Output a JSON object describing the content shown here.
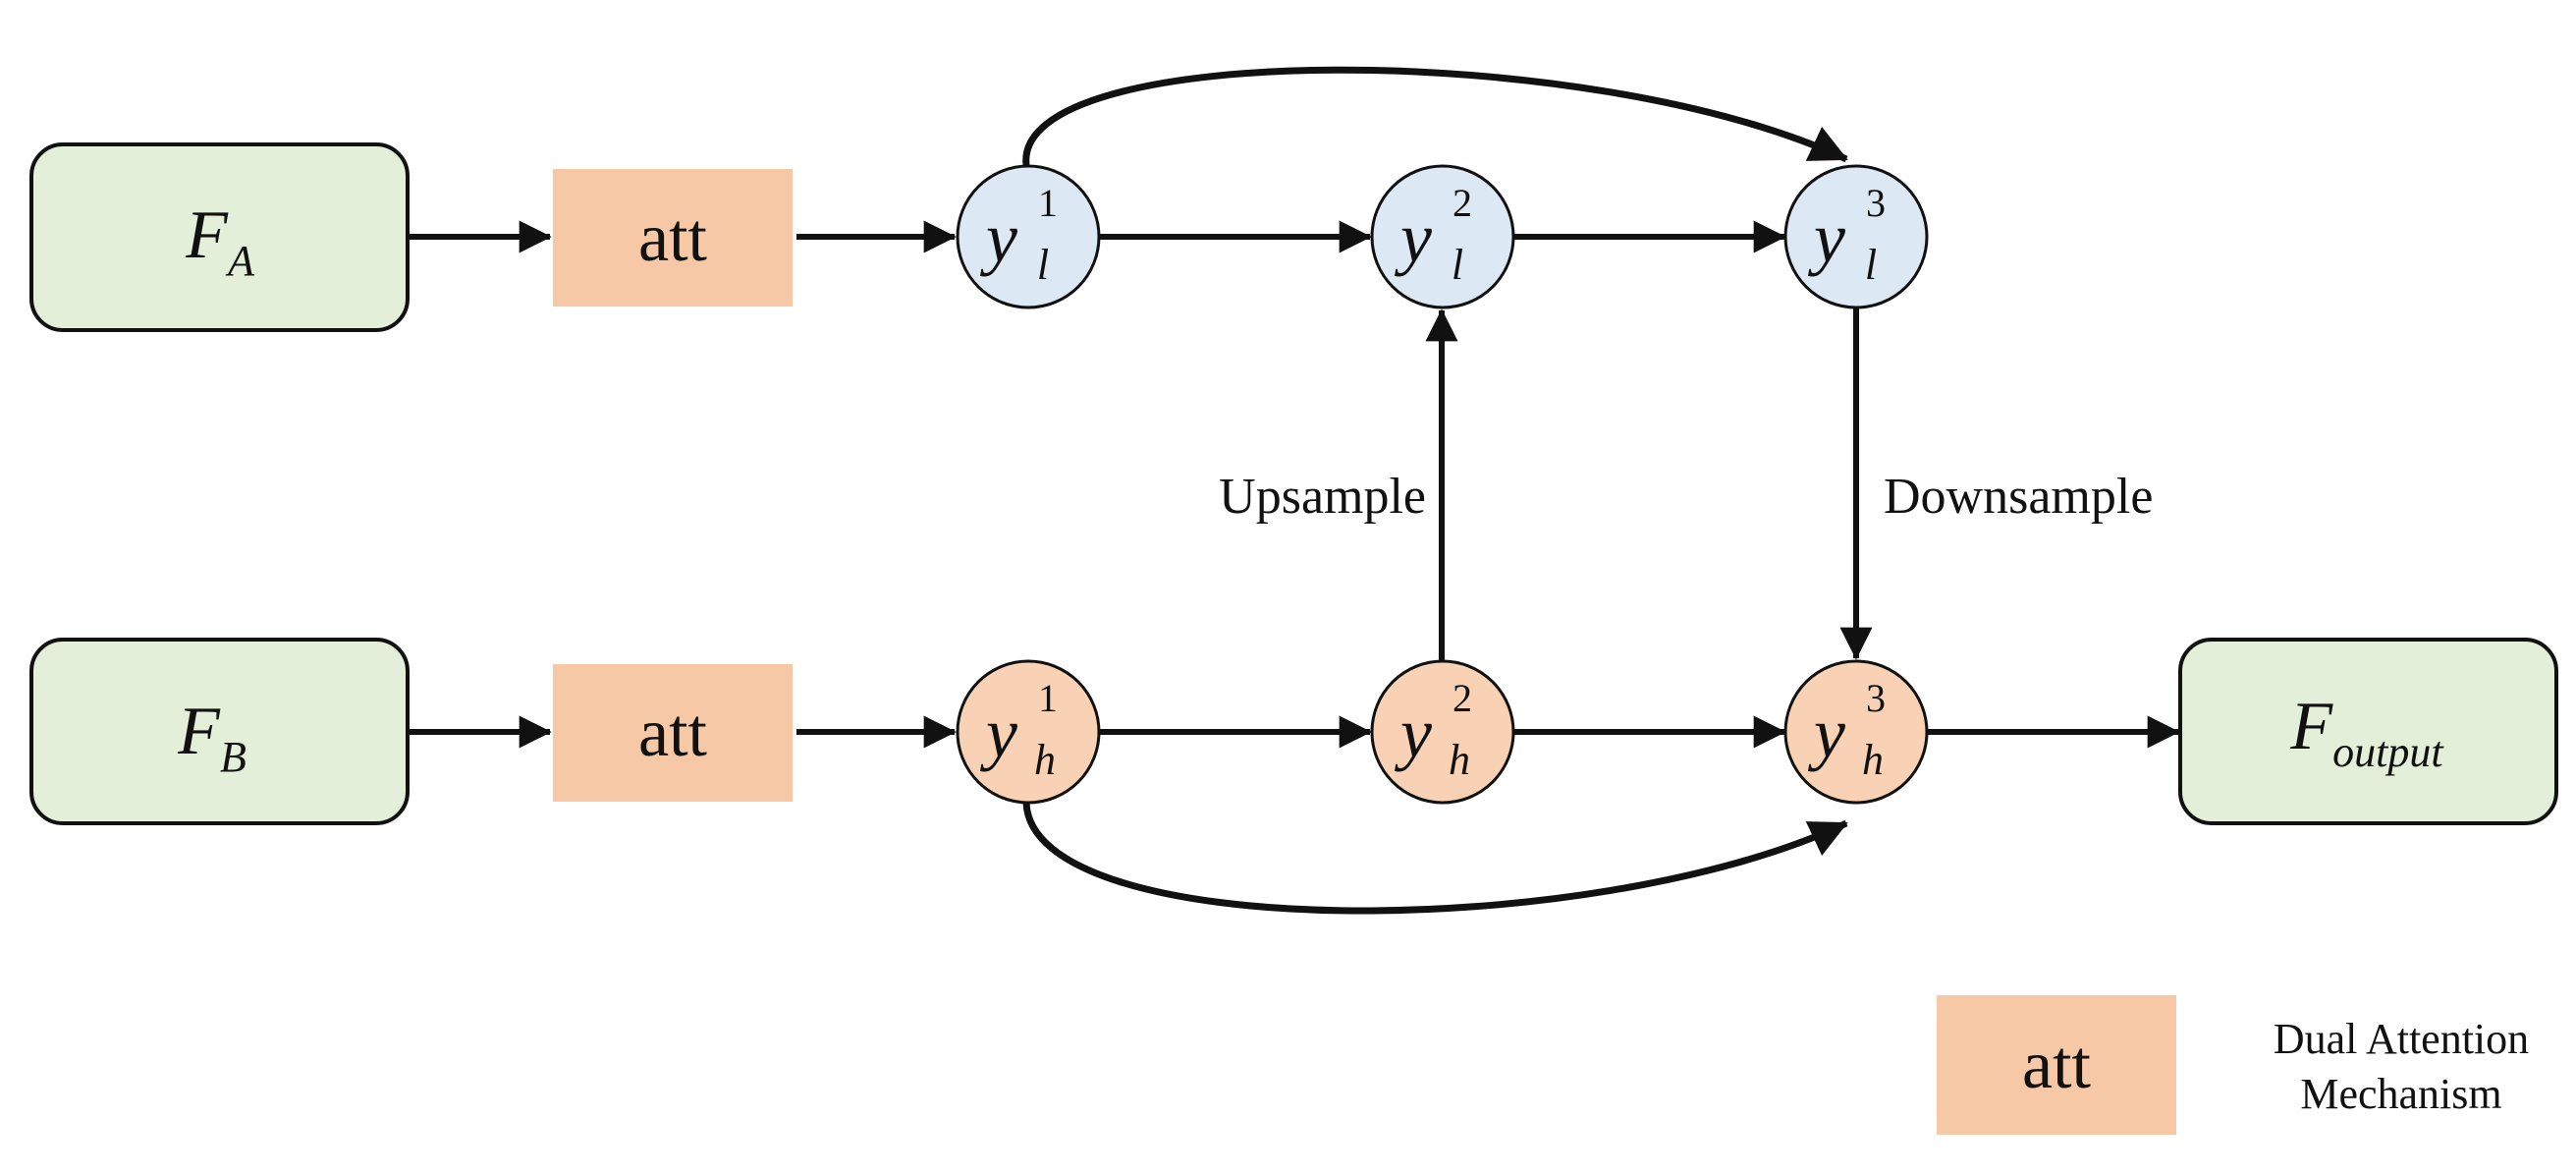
{
  "colors": {
    "green_fill": "#e3efd9",
    "att_fill": "#f7c8a6",
    "blue_node_fill": "#dde8f5",
    "orange_node_fill": "#f9d2b5",
    "stroke": "#111111"
  },
  "inputs": {
    "a": {
      "main": "F",
      "sub": "A"
    },
    "b": {
      "main": "F",
      "sub": "B"
    }
  },
  "output": {
    "main": "F",
    "sub": "output"
  },
  "att_label": "att",
  "nodes": {
    "low": [
      {
        "main": "y",
        "sub": "l",
        "sup": "1"
      },
      {
        "main": "y",
        "sub": "l",
        "sup": "2"
      },
      {
        "main": "y",
        "sub": "l",
        "sup": "3"
      }
    ],
    "high": [
      {
        "main": "y",
        "sub": "h",
        "sup": "1"
      },
      {
        "main": "y",
        "sub": "h",
        "sup": "2"
      },
      {
        "main": "y",
        "sub": "h",
        "sup": "3"
      }
    ]
  },
  "edge_labels": {
    "upsample": "Upsample",
    "downsample": "Downsample"
  },
  "legend": {
    "box_label": "att",
    "line1": "Dual Attention",
    "line2": "Mechanism"
  }
}
